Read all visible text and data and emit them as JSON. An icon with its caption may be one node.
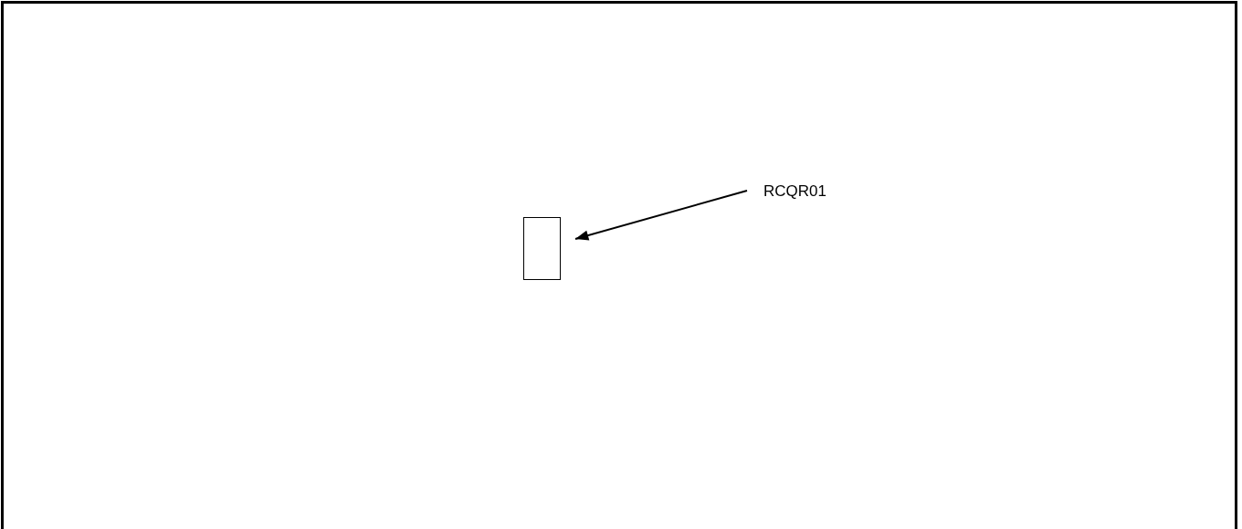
{
  "diagram": {
    "nodes": [
      {
        "text": [
          "RCQR01"
        ]
      },
      {
        "text": [],
        "shape": "box"
      }
    ],
    "edges": [
      {
        "from": 0,
        "to": 1,
        "arrow": "to"
      }
    ]
  }
}
